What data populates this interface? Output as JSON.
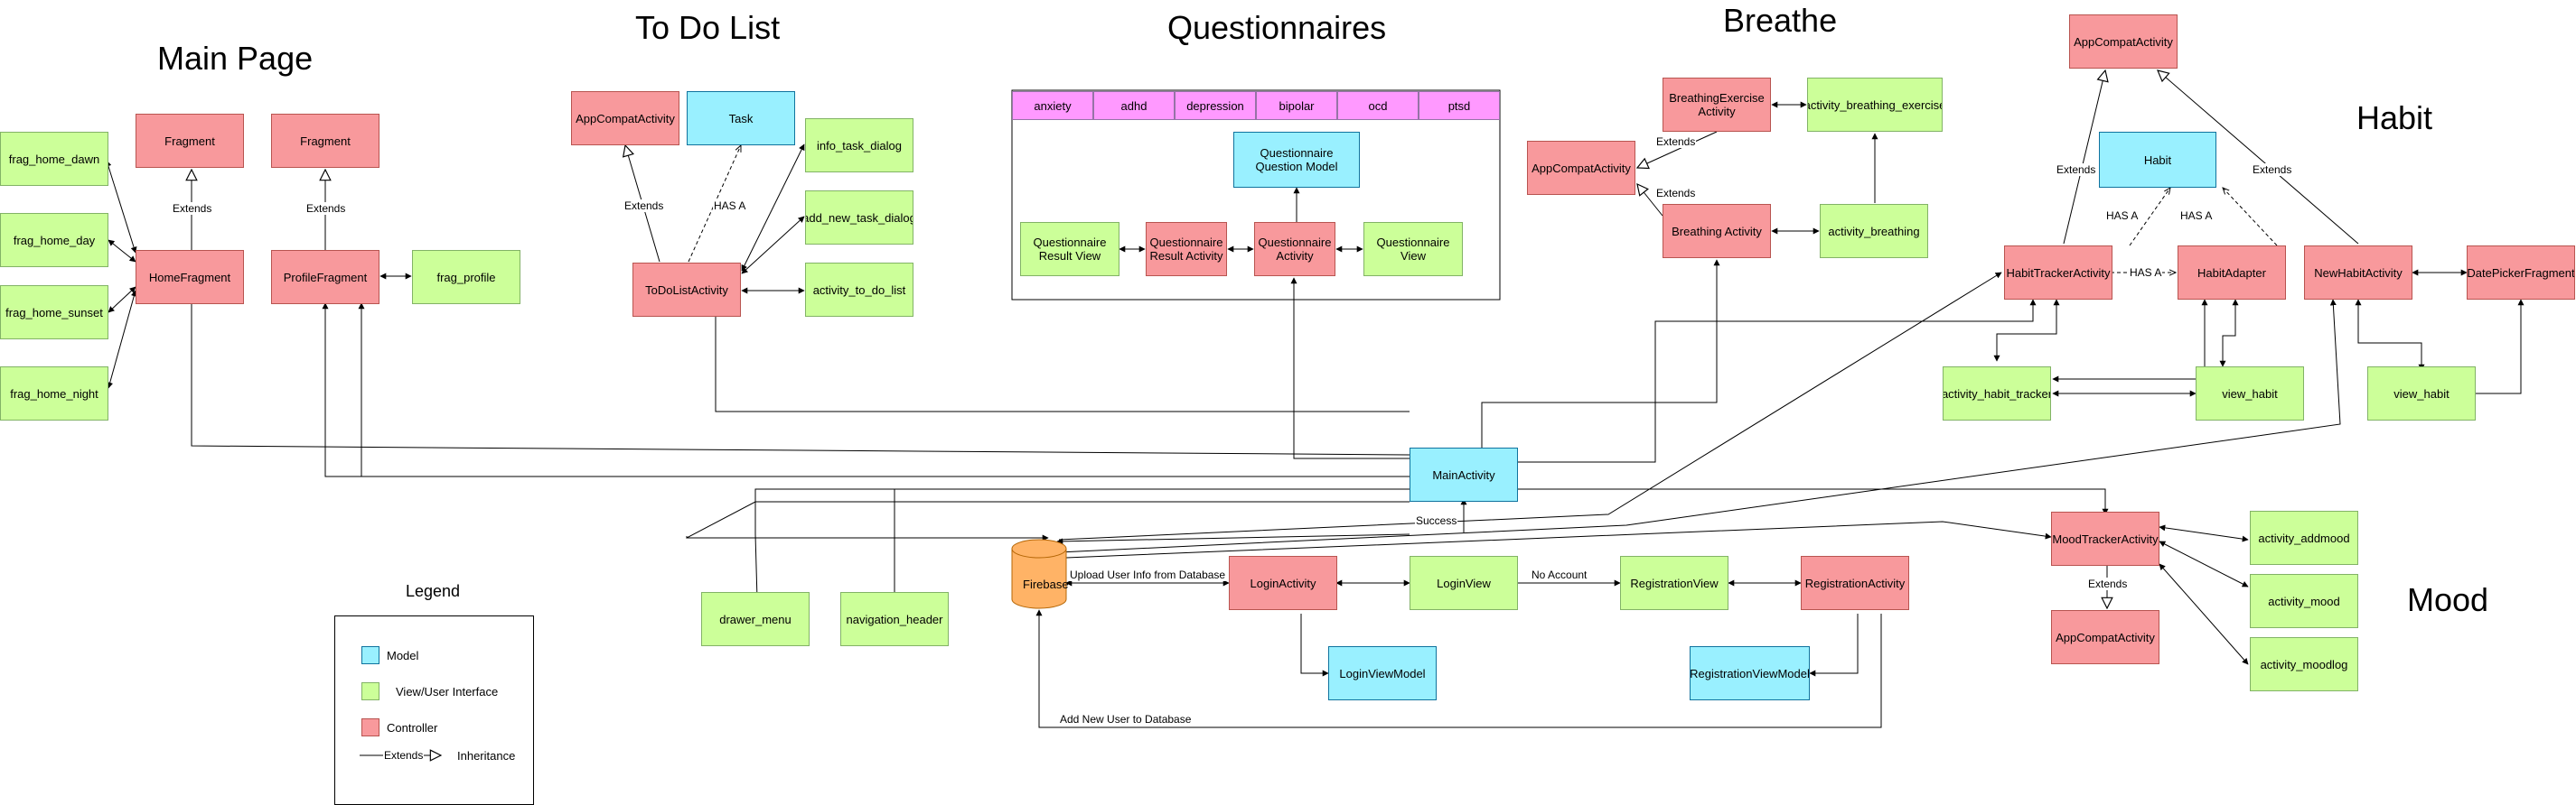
{
  "headings": {
    "main_page": "Main Page",
    "to_do_list": "To Do List",
    "questionnaires": "Questionnaires",
    "breathe": "Breathe",
    "habit": "Habit",
    "mood": "Mood"
  },
  "colors": {
    "controller": "#f8999c",
    "model": "#99f0ff",
    "view": "#ccff99",
    "tab": "#ff99ff",
    "firebase": "#ffb366"
  },
  "nodes": {
    "frag_home_dawn": "frag_home_dawn",
    "frag_home_day": "frag_home_day",
    "frag_home_sunset": "frag_home_sunset",
    "frag_home_night": "frag_home_night",
    "fragment_1": "Fragment",
    "fragment_2": "Fragment",
    "home_fragment": "HomeFragment",
    "profile_fragment": "ProfileFragment",
    "frag_profile": "frag_profile",
    "todo_appcompat": "AppCompatActivity",
    "task": "Task",
    "info_task_dialog": "info_task_dialog",
    "add_new_task_dialog": "add_new_task_dialog",
    "activity_to_do_list": "activity_to_do_list",
    "todo_list_activity": "ToDoListActivity",
    "tab_anxiety": "anxiety",
    "tab_adhd": "adhd",
    "tab_depression": "depression",
    "tab_bipolar": "bipolar",
    "tab_ocd": "ocd",
    "tab_ptsd": "ptsd",
    "questionnaire_question_model": "Questionnaire Question Model",
    "questionnaire_result_view": "Questionnaire Result View",
    "questionnaire_result_activity": "Questionnaire Result Activity",
    "questionnaire_activity": "Questionnaire Activity",
    "questionnaire_view": "Questionnaire View",
    "breathing_exercise_activity": "BreathingExercise Activity",
    "activity_breathing_exercise": "activity_breathing_exercise",
    "breathe_appcompat": "AppCompatActivity",
    "breathing_activity": "Breathing Activity",
    "activity_breathing": "activity_breathing",
    "habit_appcompat": "AppCompatActivity",
    "habit_model": "Habit",
    "habit_tracker_activity": "HabitTrackerActivity",
    "habit_adapter": "HabitAdapter",
    "new_habit_activity": "NewHabitActivity",
    "date_picker_fragment": "DatePickerFragment",
    "activity_habit_tracker": "activity_habit_tracker",
    "view_habit_1": "view_habit",
    "view_habit_2": "view_habit",
    "main_activity": "MainActivity",
    "firebase": "Firebase",
    "login_activity": "LoginActivity",
    "login_view": "LoginView",
    "registration_view": "RegistrationView",
    "registration_activity": "RegistrationActivity",
    "login_view_model": "LoginViewModel",
    "registration_view_model": "RegistrationViewModel",
    "drawer_menu": "drawer_menu",
    "navigation_header": "navigation_header",
    "mood_tracker_activity": "MoodTrackerActivity",
    "mood_appcompat": "AppCompatActivity",
    "activity_addmood": "activity_addmood",
    "activity_mood": "activity_mood",
    "activity_moodlog": "activity_moodlog"
  },
  "edge_labels": {
    "extends_main_1": "Extends",
    "extends_main_2": "Extends",
    "extends_todo": "Extends",
    "has_a_todo": "HAS A",
    "extends_breathe_1": "Extends",
    "extends_breathe_2": "Extends",
    "extends_habit_1": "Extends",
    "extends_habit_2": "Extends",
    "has_a_habit_1": "HAS A",
    "has_a_habit_2": "HAS A",
    "has_a_habit_3": "HAS A",
    "success": "Success",
    "upload_user_info": "Upload User Info from Database",
    "no_account": "No Account",
    "add_new_user": "Add New User to Database",
    "extends_mood": "Extends"
  },
  "legend": {
    "title": "Legend",
    "model": "Model",
    "view": "View/User Interface",
    "controller": "Controller",
    "extends": "Extends",
    "inheritance": "Inheritance"
  }
}
